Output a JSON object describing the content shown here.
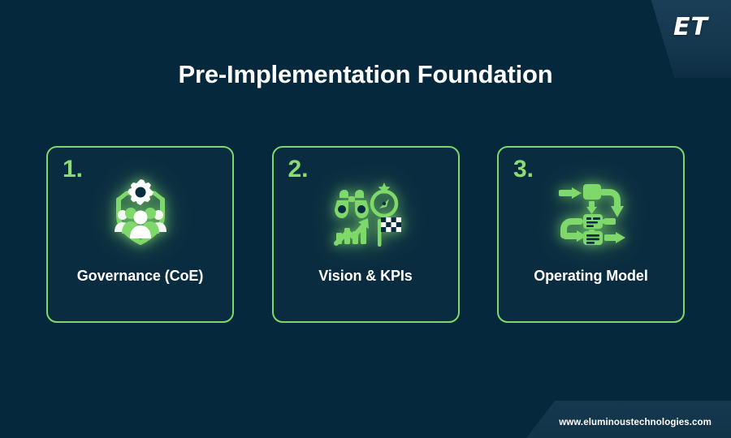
{
  "brand": {
    "logo_text": "ET",
    "website": "www.eluminoustechnologies.com"
  },
  "header": {
    "title": "Pre-Implementation Foundation"
  },
  "colors": {
    "background": "#06283c",
    "card_background": "#0a2c40",
    "accent_green": "#7ed86a",
    "number_green": "#8bdc74",
    "text_white": "#ffffff",
    "corner_wedge": "#16384f"
  },
  "cards": [
    {
      "number": "1.",
      "label": "Governance (CoE)",
      "icon": "shield-people-gear-icon"
    },
    {
      "number": "2.",
      "label": "Vision & KPIs",
      "icon": "binoculars-compass-chart-flag-icon"
    },
    {
      "number": "3.",
      "label": "Operating Model",
      "icon": "process-workflow-loop-icon"
    }
  ]
}
